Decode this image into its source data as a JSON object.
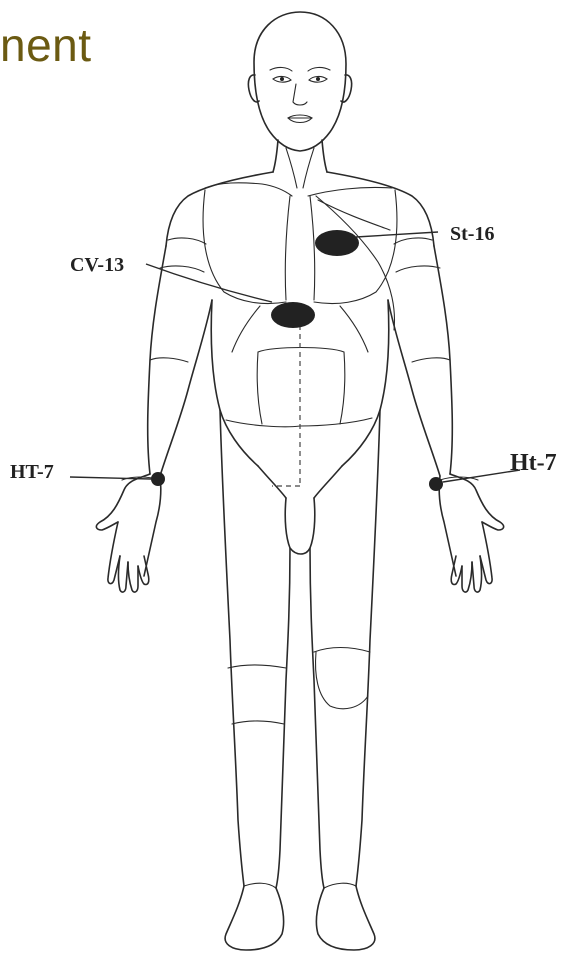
{
  "slide": {
    "title_fragment": "nent"
  },
  "points": [
    {
      "label": "St-16",
      "name": "st-16"
    },
    {
      "label": "CV-13",
      "name": "cv-13"
    },
    {
      "label": "HT-7",
      "name": "ht-7-right-wrist"
    },
    {
      "label": "Ht-7",
      "name": "ht-7-left-wrist"
    }
  ],
  "colors": {
    "title": "#6b5a12",
    "ink": "#2a2a2a",
    "point": "#222222",
    "background": "#ffffff"
  }
}
